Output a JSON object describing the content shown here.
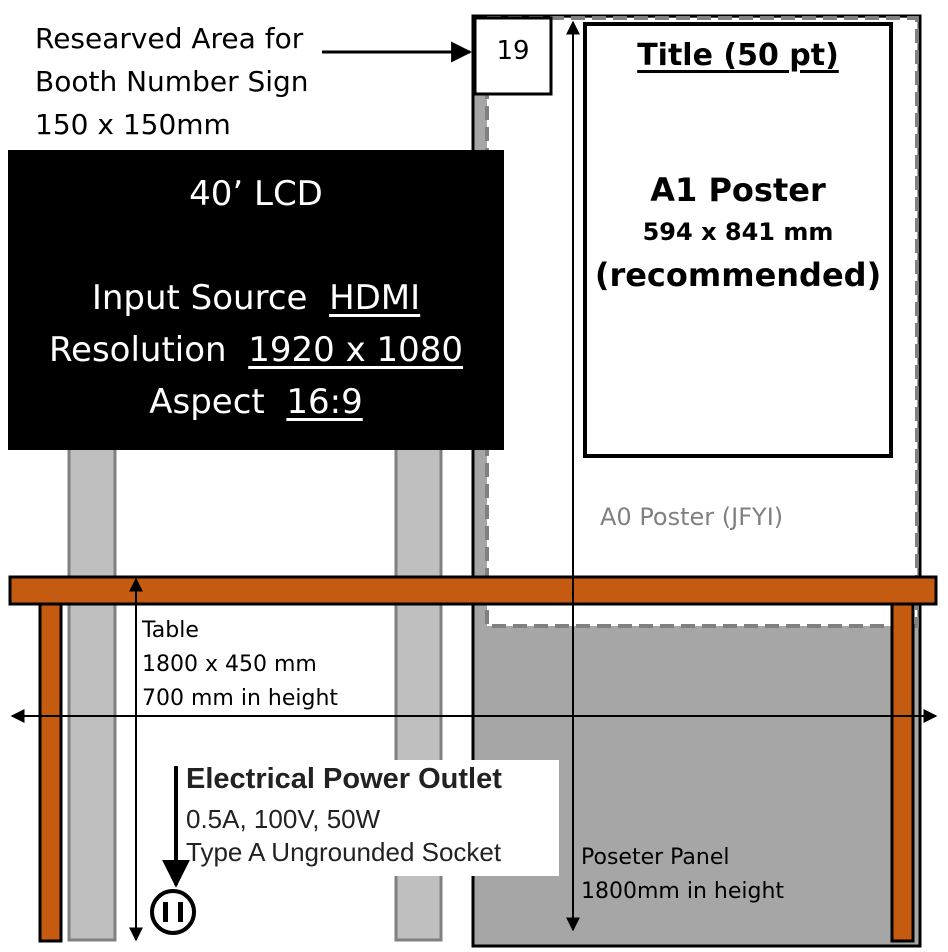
{
  "reserved_area": {
    "line1": "Researved Area for",
    "line2": "Booth Number Sign",
    "line3": "150 x 150mm"
  },
  "booth_number": "19",
  "lcd": {
    "title": "40’ LCD",
    "input_label": "Input Source",
    "input_value": "HDMI",
    "resolution_label": "Resolution",
    "resolution_value": "1920 x 1080",
    "aspect_label": "Aspect",
    "aspect_value": "16:9"
  },
  "a1_poster": {
    "title": "Title (50 pt)",
    "name": "A1 Poster",
    "size": "594 x 841 mm",
    "note": "(recommended)"
  },
  "a0_poster": {
    "label": "A0 Poster (JFYI)"
  },
  "table": {
    "label": "Table",
    "size": "1800 x 450 mm",
    "height": "700 mm in height"
  },
  "outlet": {
    "title": "Electrical Power Outlet",
    "spec": "0.5A, 100V, 50W",
    "type": "Type A Ungrounded Socket"
  },
  "panel": {
    "label": "Poseter Panel",
    "height": "1800mm in height"
  },
  "colors": {
    "table_orange": "#c55a11",
    "panel_gray": "#a6a6a6",
    "leg_gray": "#bfbfbf",
    "outline_gray": "#808080",
    "lcd_black": "#000000"
  }
}
